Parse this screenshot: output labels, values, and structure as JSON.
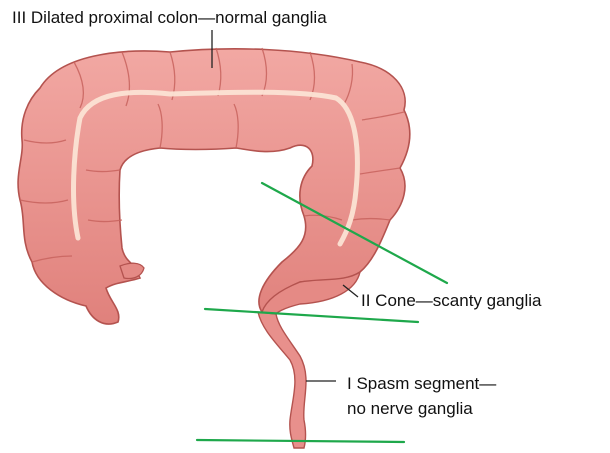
{
  "labels": {
    "proximal": "III Dilated proximal colon—normal ganglia",
    "cone": "II Cone—scanty ganglia",
    "spasm_line1": "I Spasm segment—",
    "spasm_line2": "no nerve ganglia"
  },
  "colors": {
    "colon_fill": "#e8908c",
    "colon_outline": "#b4534f",
    "colon_highlight": "#fbe3d4",
    "marker_line": "#1ea84b",
    "leader_line": "#222222"
  }
}
